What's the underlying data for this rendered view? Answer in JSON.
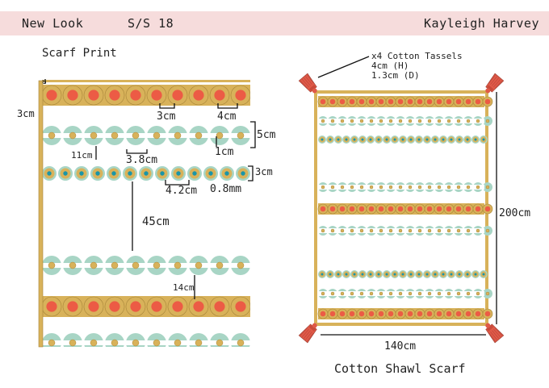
{
  "header": {
    "brand": "New Look",
    "season": "S/S 18",
    "designer": "Kayleigh Harvey"
  },
  "print_panel": {
    "title": "Scarf Print",
    "dims": {
      "edge": "3cm",
      "circle_large": "3cm",
      "circle_spacing": "4cm",
      "band_height": "5cm",
      "dot_gap": "1cm",
      "row_gap": "11cm",
      "dot_spacing": "3.8cm",
      "small_band": "3cm",
      "small_spacing": "4.2cm",
      "dot_size": "0.8mm",
      "section_gap": "45cm",
      "lower_gap": "14cm"
    }
  },
  "scarf_panel": {
    "tassel_note": [
      "x4 Cotton Tassels",
      "4cm (H)",
      "1.3cm (D)"
    ],
    "height": "200cm",
    "width": "140cm",
    "caption": "Cotton Shawl Scarf"
  },
  "colors": {
    "gold": "#d8b25a",
    "gold_dark": "#a8863a",
    "red": "#ec5b45",
    "mint": "#a8d5c5",
    "teal": "#1a95a8",
    "banner": "#f6dcdc",
    "tassel": "#e05a48"
  }
}
